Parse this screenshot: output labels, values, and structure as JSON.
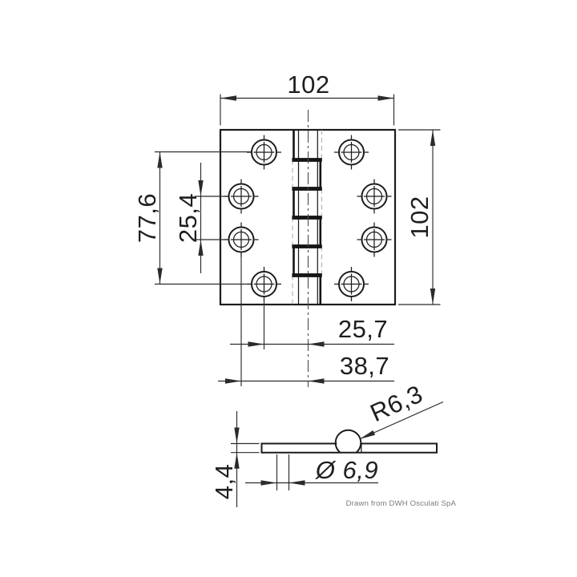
{
  "drawing": {
    "credit": "Drawn from DWH Osculati SpA",
    "front_view": {
      "width_label": "102",
      "height_label": "102",
      "holes_span_label": "77,6",
      "holes_pitch_label": "25,4",
      "pin_to_near_holes_label": "25,7",
      "pin_to_far_holes_label": "38,7",
      "screw_hole_count": 8,
      "knuckle_count": 6
    },
    "side_view": {
      "knuckle_radius_label": "R6,3",
      "pin_diameter_label": "Ø 6,9",
      "thickness_label": "4,4"
    },
    "colors": {
      "line": "#1c1c1c",
      "dimension": "#2b2b2b",
      "hidden_aux": "#a8a8a8",
      "credit_text": "#7a7a7a",
      "background": "#ffffff"
    }
  }
}
